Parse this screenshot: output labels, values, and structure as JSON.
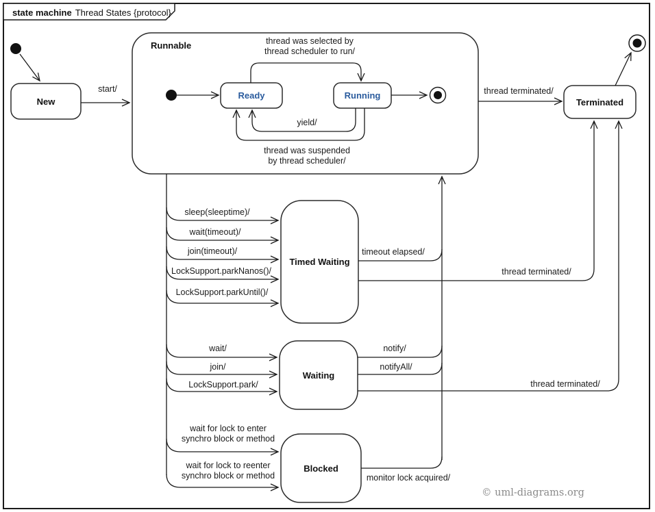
{
  "frame": {
    "keyword": "state machine",
    "title": "Thread States {protocol}"
  },
  "states": {
    "new": "New",
    "runnable": "Runnable",
    "ready": "Ready",
    "running": "Running",
    "timed_waiting": "Timed Waiting",
    "waiting": "Waiting",
    "blocked": "Blocked",
    "terminated": "Terminated"
  },
  "transitions": {
    "start": "start/",
    "selected_to_run": "thread was selected by\nthread scheduler to run/",
    "yield": "yield/",
    "suspended": "thread was suspended\nby thread scheduler/",
    "thread_terminated_runnable": "thread terminated/",
    "sleep": "sleep(sleeptime)/",
    "wait_timeout": "wait(timeout)/",
    "join_timeout": "join(timeout)/",
    "park_nanos": "LockSupport.parkNanos()/",
    "park_until": "LockSupport.parkUntil()/",
    "timeout_elapsed": "timeout elapsed/",
    "thread_terminated_timed_waiting": "thread terminated/",
    "wait": "wait/",
    "join": "join/",
    "lock_support_park": "LockSupport.park/",
    "notify": "notify/",
    "notify_all": "notifyAll/",
    "thread_terminated_waiting": "thread terminated/",
    "wait_lock_enter": "wait for lock to enter\nsynchro block or method",
    "wait_lock_reenter": "wait for lock to reenter\nsynchro block or method",
    "monitor_lock_acquired": "monitor lock acquired/"
  },
  "watermark": "© uml-diagrams.org",
  "colors": {
    "state_name_blue": "#2a5b9d",
    "line": "#1a1a1a",
    "watermark_gray": "#8a8a8a"
  }
}
